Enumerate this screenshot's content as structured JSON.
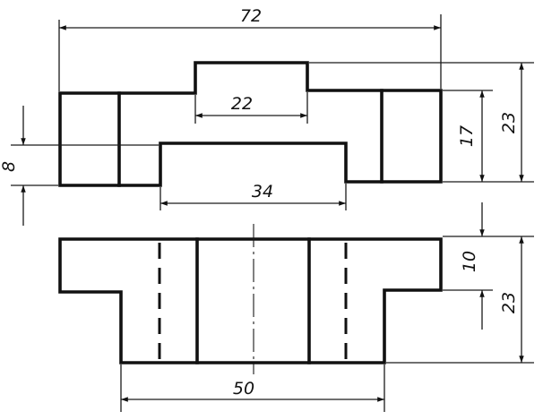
{
  "drawing": {
    "dimensions": {
      "top_overall_width": "72",
      "top_slot_width": "22",
      "top_step_height": "17",
      "top_total_height": "23",
      "top_left_height": "8",
      "top_lower_width": "34",
      "bottom_upper_height": "10",
      "bottom_total_height": "23",
      "bottom_base_width": "50"
    }
  }
}
